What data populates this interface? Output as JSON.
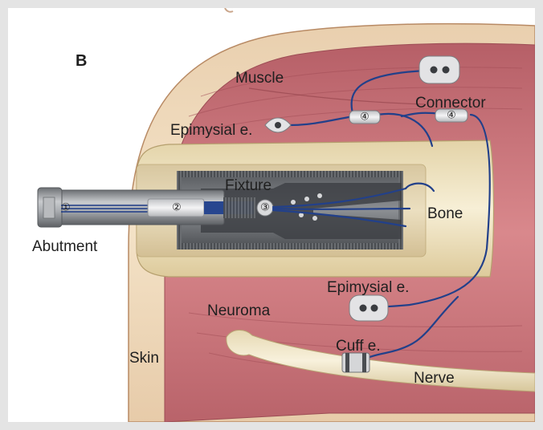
{
  "panel_letter": "B",
  "labels": {
    "muscle": "Muscle",
    "connector": "Connector",
    "epimysial_top": "Epimysial e.",
    "fixture": "Fixture",
    "bone": "Bone",
    "abutment": "Abutment",
    "epimysial_bottom": "Epimysial e.",
    "neuroma": "Neuroma",
    "skin": "Skin",
    "cuff": "Cuff e.",
    "nerve": "Nerve"
  },
  "markers": {
    "abutment_num": "①",
    "sleeve_num": "②",
    "fixture_num": "③",
    "connector_upper_num": "④",
    "connector_right_num": "④"
  },
  "colors": {
    "skin": "#f1dcc0",
    "muscle": "#cd7a7f",
    "bone": "#efe4c2",
    "metal": "#9a9da1",
    "wire": "#22408a"
  }
}
